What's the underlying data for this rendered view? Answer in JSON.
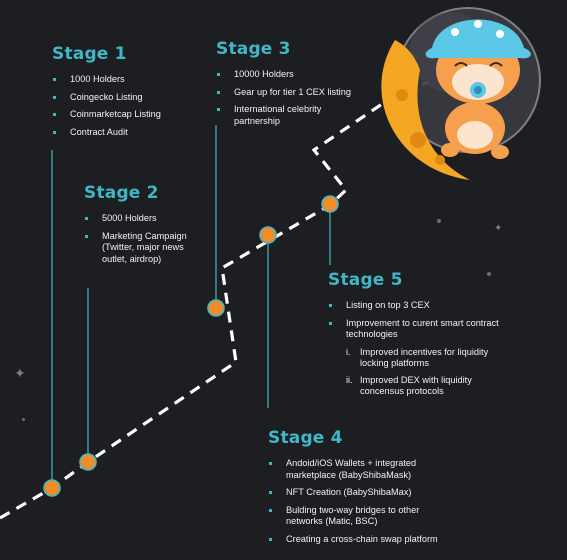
{
  "stages": [
    {
      "title": "Stage 1",
      "items": [
        "1000 Holders",
        "Coingecko Listing",
        "Coinmarketcap Listing",
        "Contract Audit"
      ]
    },
    {
      "title": "Stage 2",
      "items": [
        "5000 Holders",
        "Marketing Campaign (Twitter, major news outlet, airdrop)"
      ]
    },
    {
      "title": "Stage 3",
      "items": [
        "10000 Holders",
        "Gear up for tier 1 CEX listing",
        "International celebrity partnership"
      ]
    },
    {
      "title": "Stage 4",
      "items": [
        "Andoid/iOS Wallets + integrated marketplace (BabyShibaMask)",
        "NFT Creation (BabyShibaMax)",
        "Bulding two-way bridges to other networks (Matic, BSC)",
        "Creating a cross-chain swap platform"
      ]
    },
    {
      "title": "Stage 5",
      "items": [
        "Listing on top 3 CEX",
        "Improvement to curent smart contract technologies"
      ],
      "subitems": [
        {
          "num": "i.",
          "text": "Improved incentives for liquidity locking platforms"
        },
        {
          "num": "ii.",
          "text": "Improved DEX with liquidity concensus protocols"
        }
      ]
    }
  ],
  "colors": {
    "accent": "#3fb7c6",
    "node": "#f28c28",
    "background": "#1d1e22"
  },
  "mascot": {
    "icon": "shiba-astronaut-on-moon-icon"
  }
}
